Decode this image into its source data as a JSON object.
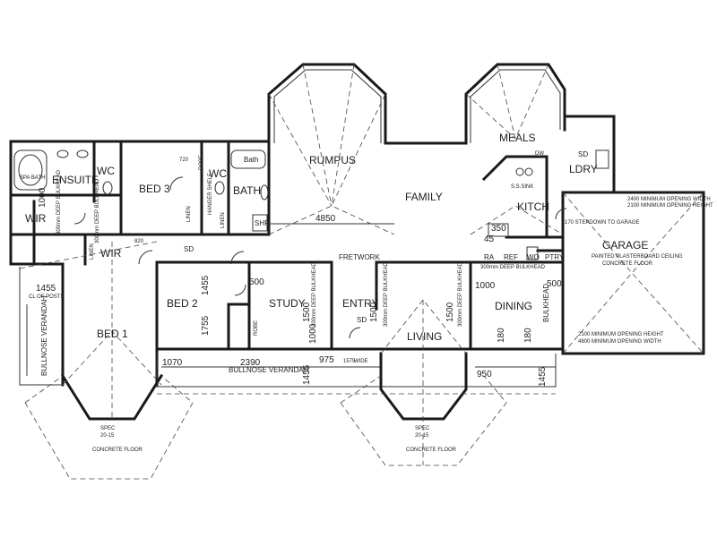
{
  "rooms": {
    "rumpus": "RUMPUS",
    "meals": "MEALS",
    "ensuite": "ENSUITE",
    "bed3": "BED 3",
    "family": "FAMILY",
    "kitchen": "KITCH",
    "ldry": "LDRY",
    "wir": "WIR",
    "garage": "GARAGE",
    "bed2": "BED 2",
    "study": "STUDY",
    "entry": "ENTRY",
    "dining": "DINING",
    "living": "LIVING",
    "bed1": "BED 1",
    "bath": "BATH",
    "wc": "WC",
    "linen": "LINEN",
    "robe": "ROBE",
    "ptry": "PTRY",
    "shr": "SHR"
  },
  "fixtures": {
    "bath": "Bath",
    "spa_bath": "SPA BATH",
    "ss_sink": "S.S.SINK",
    "dw": "DW",
    "ra": "RA",
    "ref": "REF",
    "wo": "WO",
    "sd": "SD"
  },
  "notes": {
    "fretwork": "FRETWORK",
    "bullnose_verandah_left": "BULLNOSE VERANDAH",
    "bullnose_verandah_front": "BULLNOSE VERANDAH",
    "cl_of_posts": "CL OF POSTS",
    "concrete_floor": "CONCRETE FLOOR",
    "spec": "SPEC",
    "spec_val": "20-15",
    "garage_ceiling_1": "PAINTED PLASTERBOARD CEILING",
    "garage_ceiling_2": "CONCRETE FLOOR",
    "garage_opening_1": "2400 MINIMUM OPENING WIDTH",
    "garage_opening_2": "2100 MINIMUM OPENING HEIGHT",
    "garage_front_1": "2100 MINIMUM OPENING HEIGHT",
    "garage_front_2": "4800 MINIMUM OPENING WIDTH",
    "step_down": "170 STEPDOWN TO GARAGE",
    "bulkhead_deep": "300mm DEEP BULKHEAD",
    "bulkhead": "BULKHEAD",
    "hanger": "HANGER SHELF",
    "wide": "WIDE"
  },
  "dimensions": {
    "d4850": "4850",
    "d350": "350",
    "d45": "45",
    "d1000_ens": "1000",
    "d1455_cl": "1455",
    "d1455_bed2": "1455",
    "d1755": "1755",
    "d500_study": "500",
    "d1500_study": "1500",
    "d1000_study": "1000",
    "d1500_entry": "1500",
    "d1500_din": "1500",
    "d1000_din": "1000",
    "d500_gar": "500",
    "d180a": "180",
    "d180b": "180",
    "d1070": "1070",
    "d2390": "2390",
    "d975": "975",
    "d1575": "1575",
    "d1455_ver": "1455",
    "d950": "950",
    "d1455_r": "1455",
    "d820": "820",
    "d720": "720"
  }
}
